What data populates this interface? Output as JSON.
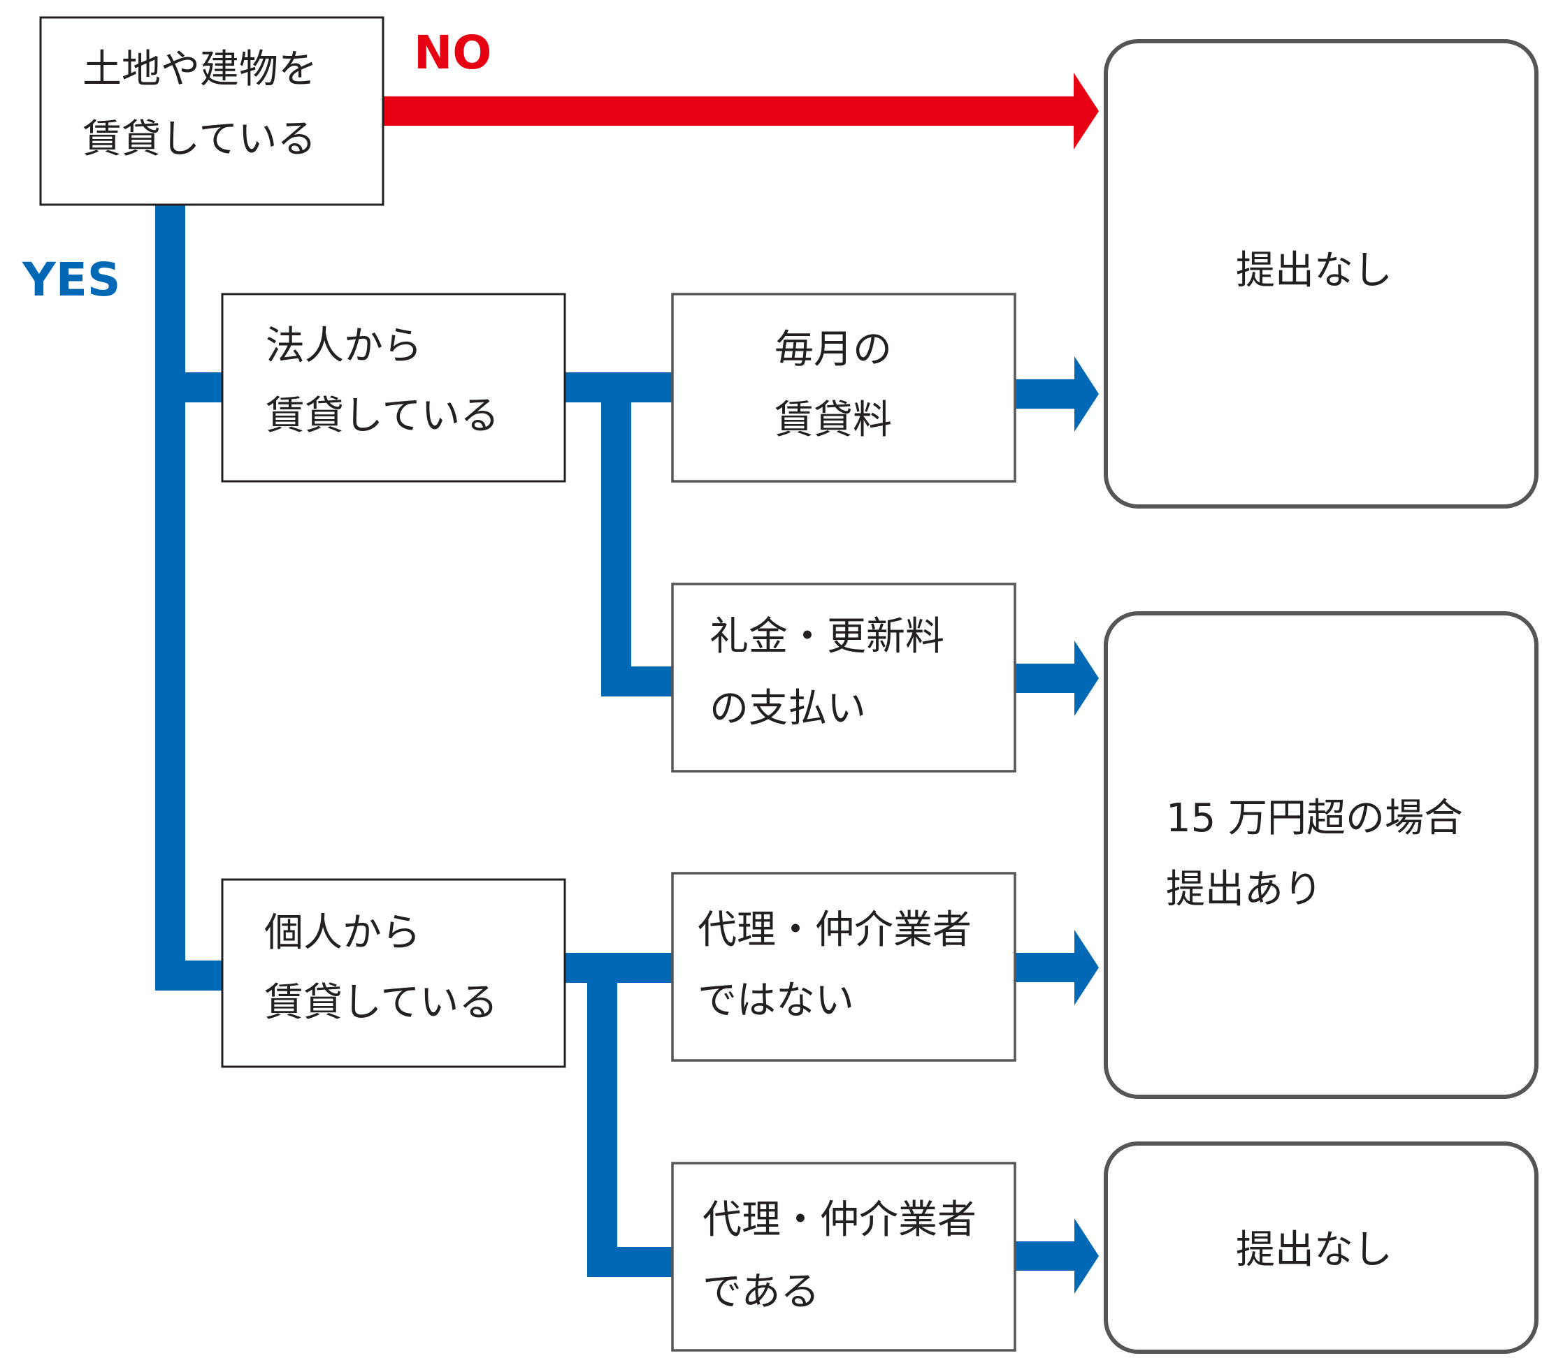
{
  "labels": {
    "no": "NO",
    "yes": "YES"
  },
  "colors": {
    "yes_connector": "#0068b4",
    "no_connector": "#e60012",
    "text": "#231f20"
  },
  "nodes": {
    "start": [
      "土地や建物を",
      "賃貸している"
    ],
    "corporate": [
      "法人から",
      "賃貸している"
    ],
    "individual": [
      "個人から",
      "賃貸している"
    ],
    "monthly_rent": [
      "毎月の",
      "賃貸料"
    ],
    "key_money": [
      "礼金・更新料",
      "の支払い"
    ],
    "not_agent": [
      "代理・仲介業者",
      "ではない"
    ],
    "is_agent": [
      "代理・仲介業者",
      "である"
    ]
  },
  "outcomes": {
    "no_submission_top": [
      "提出なし"
    ],
    "submission_over_150k": [
      "15 万円超の場合",
      "提出あり"
    ],
    "no_submission_bottom": [
      "提出なし"
    ]
  }
}
